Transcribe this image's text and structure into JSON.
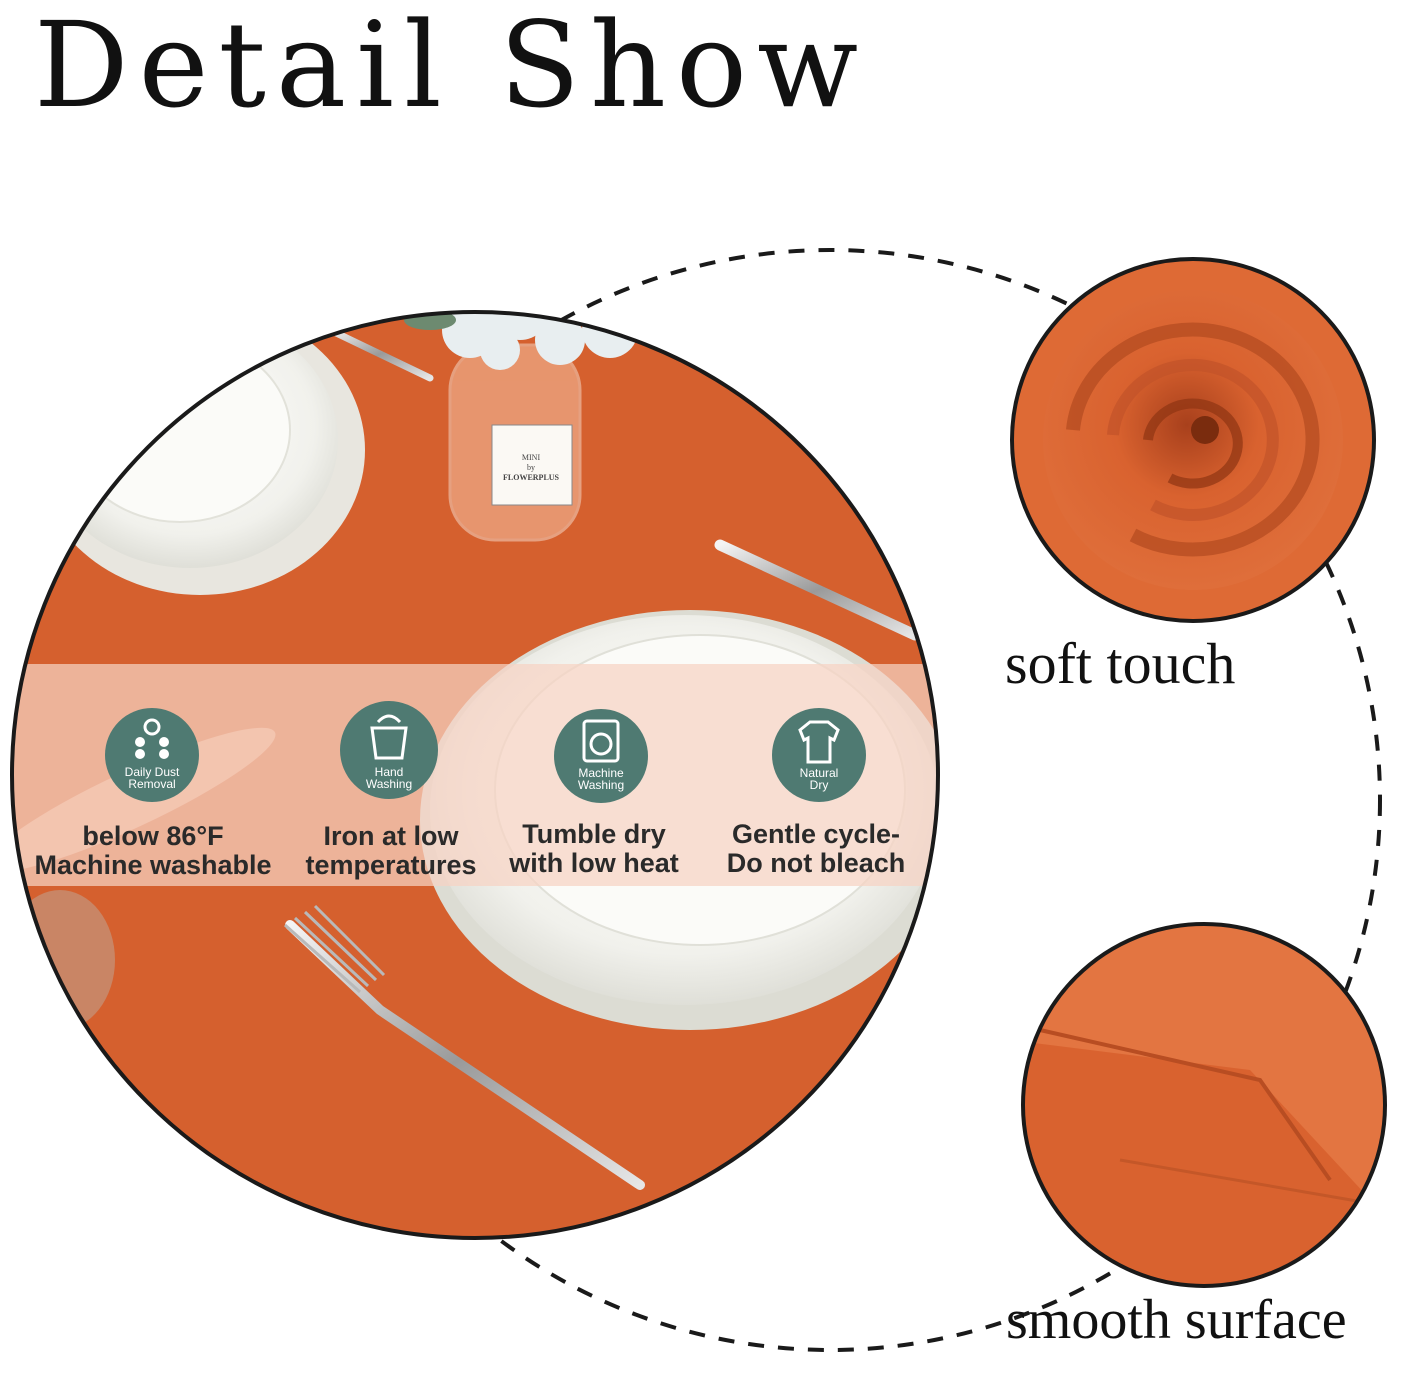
{
  "title": "Detail Show",
  "vase_label": {
    "line1": "MINI",
    "line2": "by",
    "line3": "FLOWERPLUS"
  },
  "care_items": [
    {
      "icon": "daily-dust-removal-icon",
      "badge_line1": "Daily Dust",
      "badge_line2": "Removal",
      "line1": "below 86°F",
      "line2": "Machine washable"
    },
    {
      "icon": "hand-washing-icon",
      "badge_line1": "Hand",
      "badge_line2": "Washing",
      "line1": "Iron at low",
      "line2": "temperatures"
    },
    {
      "icon": "machine-washing-icon",
      "badge_line1": "Machine",
      "badge_line2": "Washing",
      "line1": "Tumble dry",
      "line2": "with low heat"
    },
    {
      "icon": "natural-dry-icon",
      "badge_line1": "Natural",
      "badge_line2": "Dry",
      "line1": "Gentle cycle-",
      "line2": "Do not bleach"
    }
  ],
  "details": [
    {
      "icon": "swirl-fabric-image",
      "label": "soft touch"
    },
    {
      "icon": "folded-edge-image",
      "label": "smooth surface"
    }
  ],
  "colors": {
    "fabric": "#d9622f",
    "badge": "#4f7a72",
    "band": "#f2c7b4",
    "outline": "#1a1a1a"
  }
}
